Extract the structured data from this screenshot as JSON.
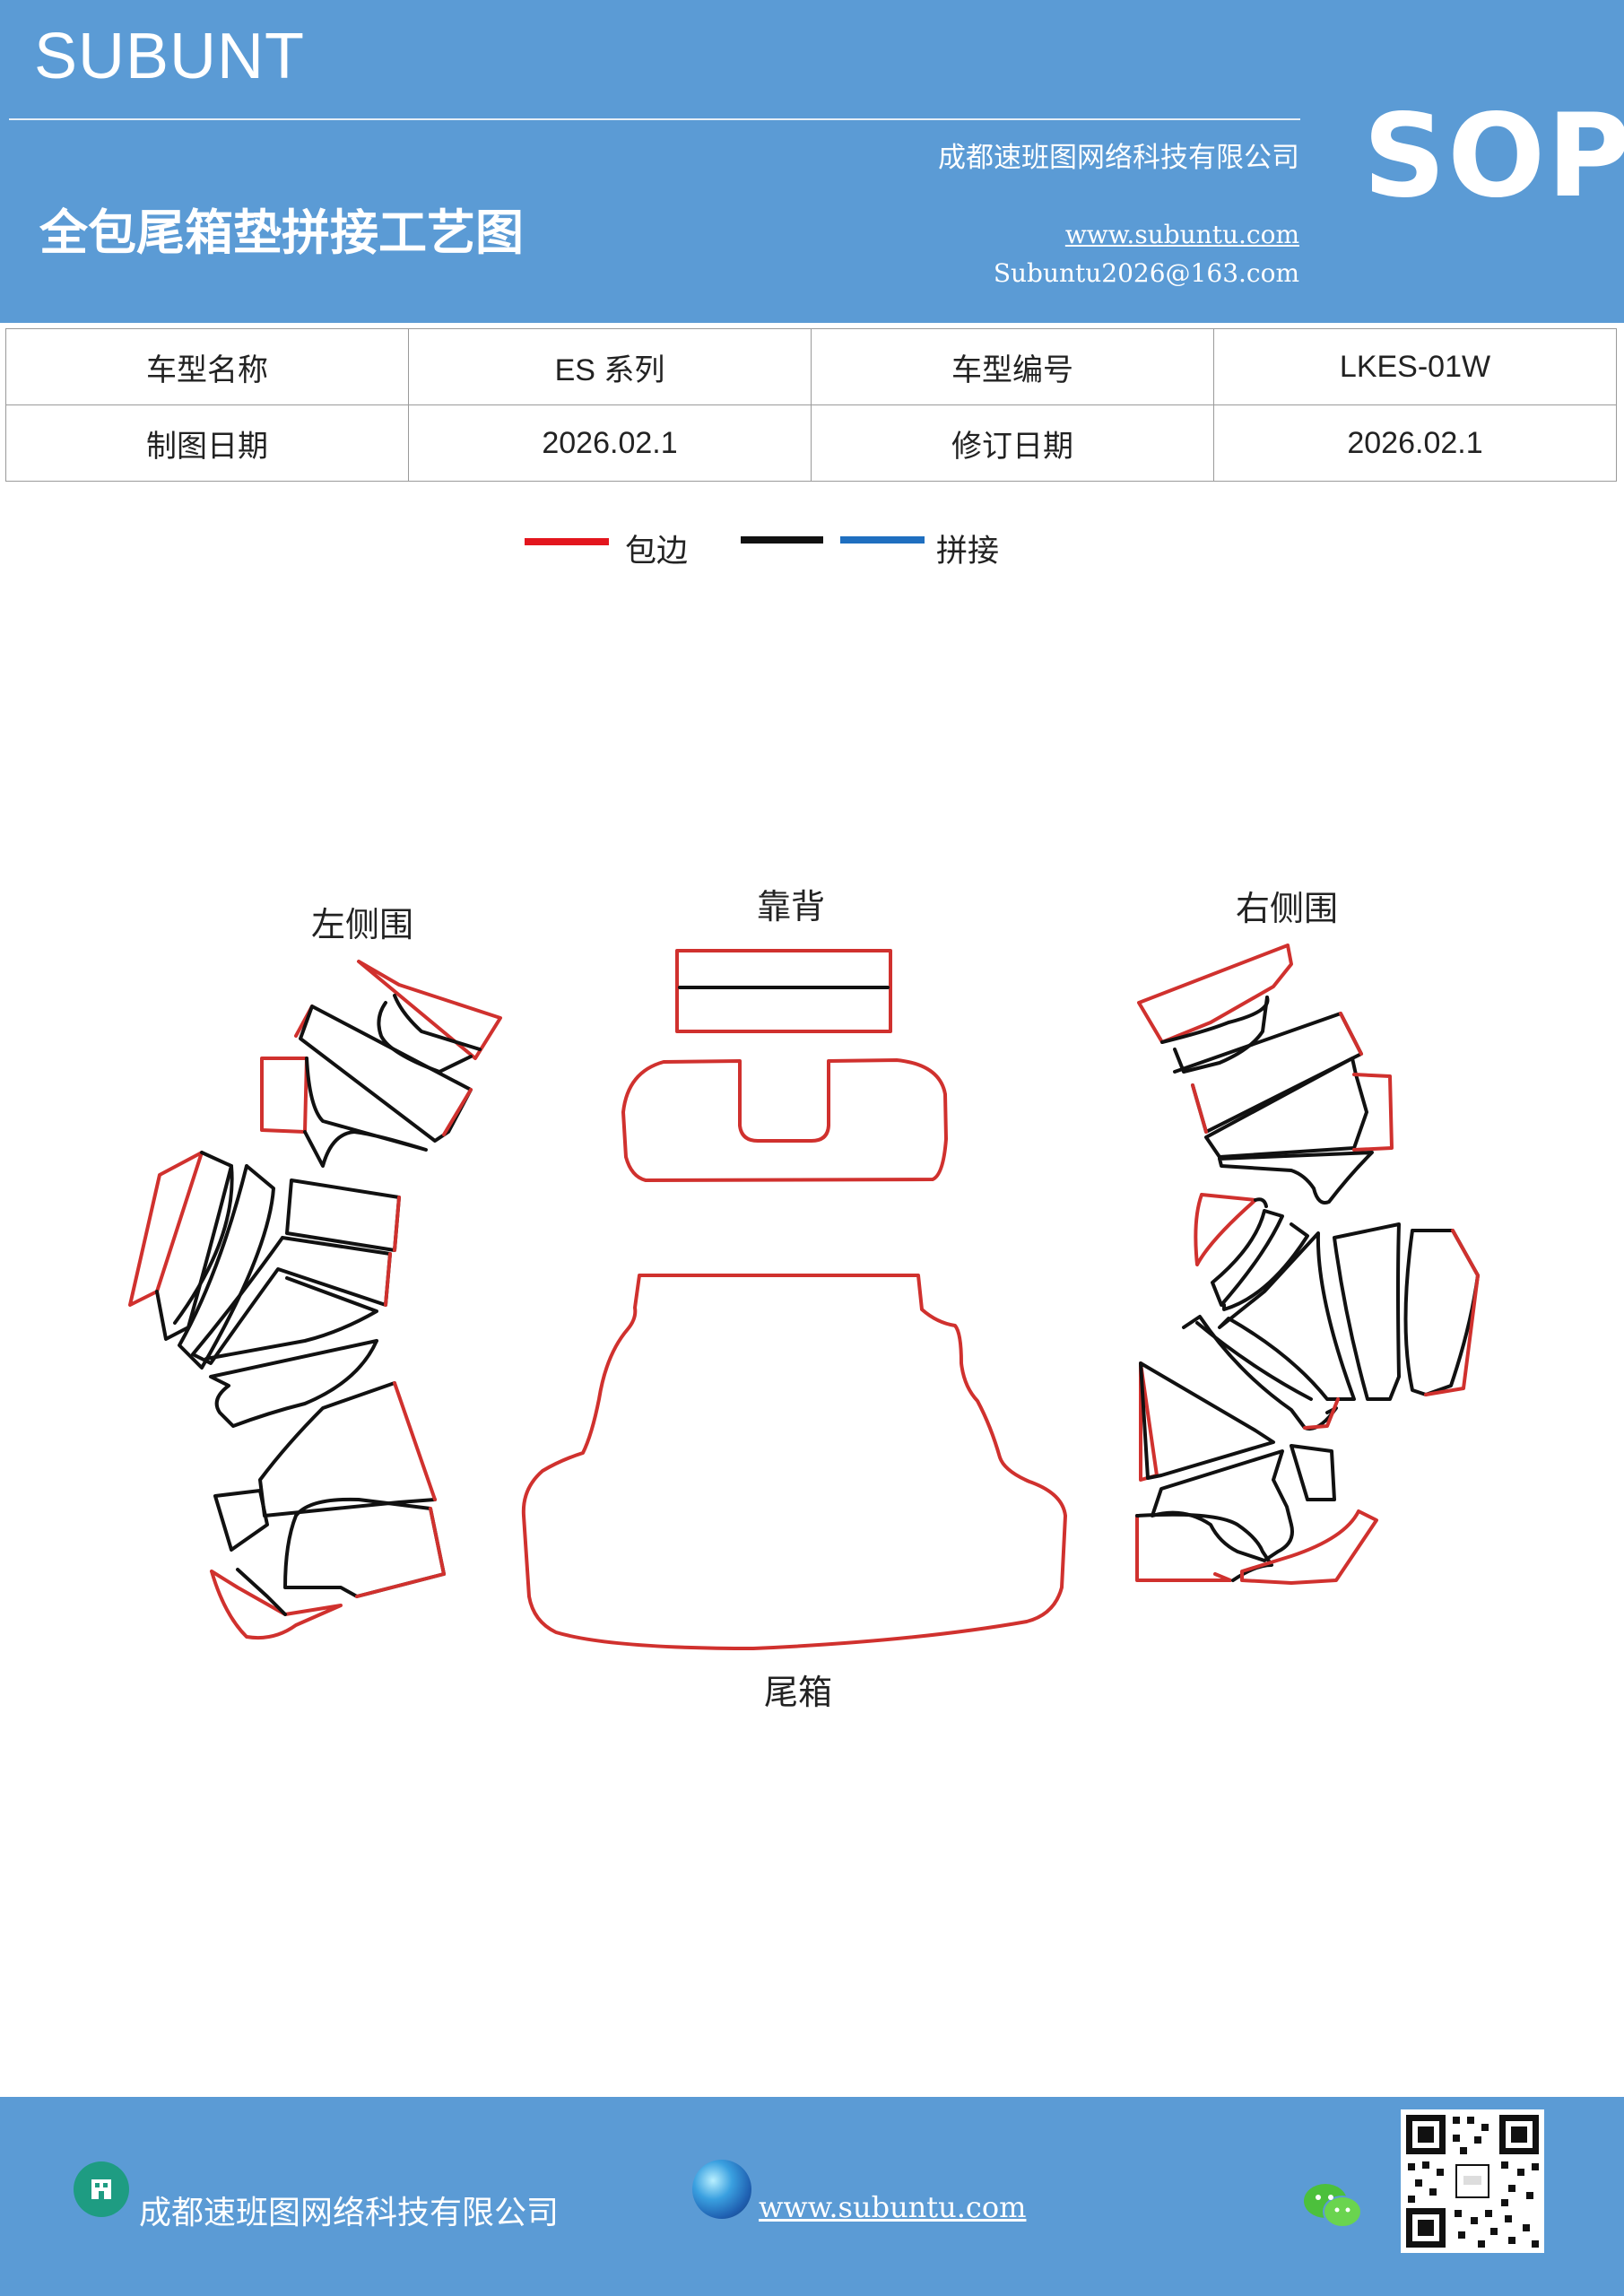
{
  "header": {
    "brand": "SUBUNT",
    "title": "全包尾箱垫拼接工艺图",
    "company": "成都速班图网络科技有限公司",
    "website": "www.subuntu.com",
    "email": "Subuntu2026@163.com",
    "badge": "SOP"
  },
  "info_table": {
    "rows": [
      [
        {
          "label": "车型名称"
        },
        {
          "value": "ES 系列"
        },
        {
          "label": "车型编号"
        },
        {
          "value": "LKES-01W"
        }
      ],
      [
        {
          "label": "制图日期"
        },
        {
          "value": "2026.02.1"
        },
        {
          "label": "修订日期"
        },
        {
          "value": "2026.02.1"
        }
      ]
    ]
  },
  "legend": {
    "items": [
      {
        "color": "#e3161e",
        "label": "包边"
      },
      {
        "color": "#111111",
        "label": ""
      },
      {
        "color": "#1f6fc0",
        "label": "拼接"
      }
    ]
  },
  "diagram": {
    "labels": {
      "left": "左侧围",
      "back": "靠背",
      "right": "右侧围",
      "trunk": "尾箱"
    },
    "colors": {
      "edge": "#d0312e",
      "seam": "#111111"
    }
  },
  "footer": {
    "company": "成都速班图网络科技有限公司",
    "website": "www.subuntu.com",
    "icons": [
      "building-icon",
      "globe-icon",
      "wechat-icon",
      "qr-code"
    ]
  }
}
